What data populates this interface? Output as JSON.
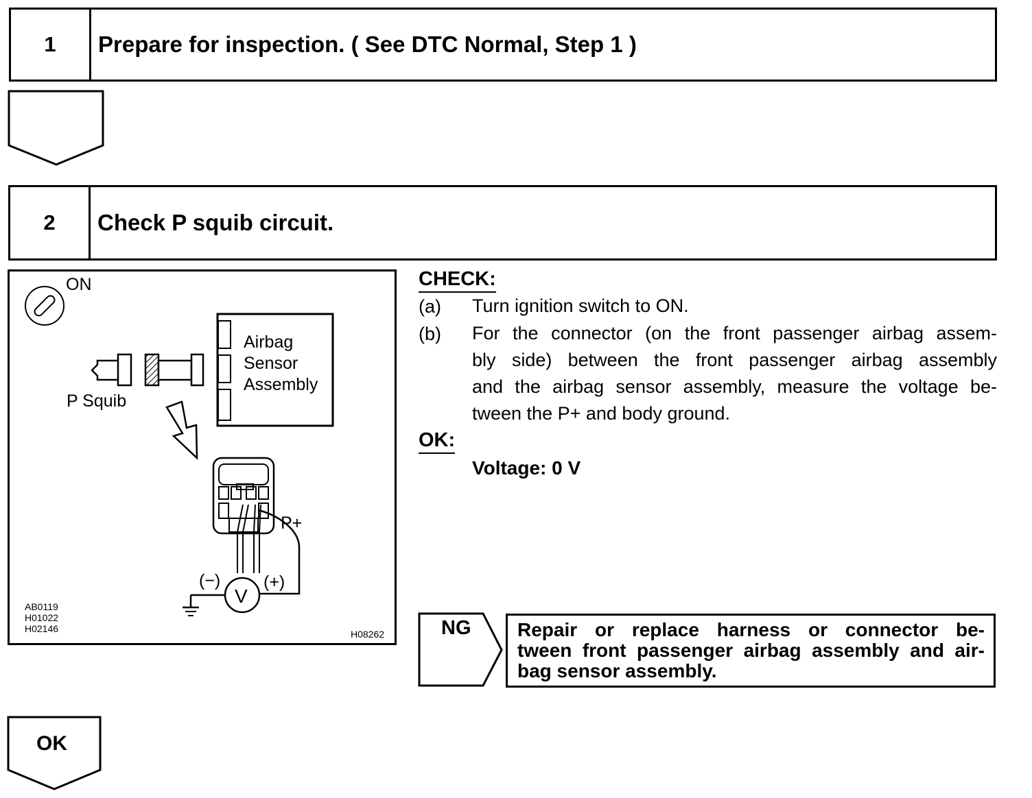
{
  "steps": [
    {
      "number": "1",
      "title": "Prepare for inspection. ( See DTC Normal, Step 1 )"
    },
    {
      "number": "2",
      "title": "Check P squib circuit."
    }
  ],
  "diagram": {
    "ignition_label": "ON",
    "sensor_label": [
      "Airbag",
      "Sensor",
      "Assembly"
    ],
    "squib_label": "P Squib",
    "terminal_label": "P+",
    "minus_label": "(−)",
    "plus_label": "(+)",
    "meter_symbol": "V",
    "ref_codes": [
      "AB0119",
      "H01022",
      "H02146"
    ],
    "figure_code": "H08262"
  },
  "check": {
    "heading": "CHECK:",
    "items": [
      {
        "mark": "(a)",
        "text": "Turn ignition switch to ON."
      },
      {
        "mark": "(b)",
        "lines": [
          "For the connector (on the front passenger airbag assem-",
          "bly side) between the front passenger airbag assembly",
          "and the airbag sensor assembly, measure the voltage be-",
          "tween the P+ and body ground."
        ]
      }
    ]
  },
  "ok_section": {
    "heading": "OK:",
    "spec": "Voltage: 0 V"
  },
  "ng": {
    "label": "NG",
    "lines": [
      "Repair or replace harness or connector be-",
      "tween front passenger airbag assembly and air-",
      "bag sensor assembly."
    ]
  },
  "final_ok_label": "OK"
}
